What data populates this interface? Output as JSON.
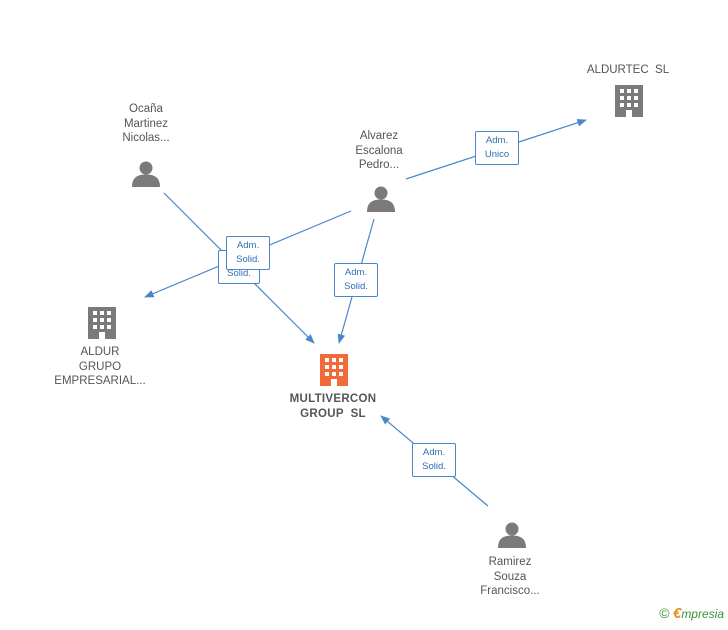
{
  "colors": {
    "edge": "#4a86c8",
    "company_icon": "#7a7a7a",
    "company_icon_main": "#f26a3a",
    "person_icon": "#7a7a7a",
    "label_text": "#555555",
    "edge_label_text": "#2f6db5"
  },
  "nodes": {
    "ocana": {
      "type": "person",
      "lines": [
        "Ocaña",
        "Martinez",
        "Nicolas..."
      ]
    },
    "alvarez": {
      "type": "person",
      "lines": [
        "Alvarez",
        "Escalona",
        "Pedro..."
      ]
    },
    "aldurtec": {
      "type": "company",
      "lines": [
        "ALDURTEC  SL"
      ]
    },
    "aldur": {
      "type": "company",
      "lines": [
        "ALDUR",
        "GRUPO",
        "EMPRESARIAL..."
      ]
    },
    "multivercon": {
      "type": "company-main",
      "lines": [
        "MULTIVERCON",
        "GROUP  SL"
      ]
    },
    "ramirez": {
      "type": "person",
      "lines": [
        "Ramirez",
        "Souza",
        "Francisco..."
      ]
    }
  },
  "edges": [
    {
      "from": "alvarez",
      "to": "aldurtec",
      "label": [
        "Adm.",
        "Unico"
      ]
    },
    {
      "from": "ocana",
      "to": "multivercon",
      "label": [
        "Adm.",
        "Solid."
      ]
    },
    {
      "from": "alvarez",
      "to": "aldur",
      "label": [
        "Adm.",
        "Solid."
      ]
    },
    {
      "from": "alvarez",
      "to": "multivercon",
      "label": [
        "Adm.",
        "Solid."
      ]
    },
    {
      "from": "ramirez",
      "to": "multivercon",
      "label": [
        "Adm.",
        "Solid."
      ]
    }
  ],
  "footer": {
    "copyright_symbol": "©",
    "brand_initial": "€",
    "brand_rest": "mpresia"
  }
}
